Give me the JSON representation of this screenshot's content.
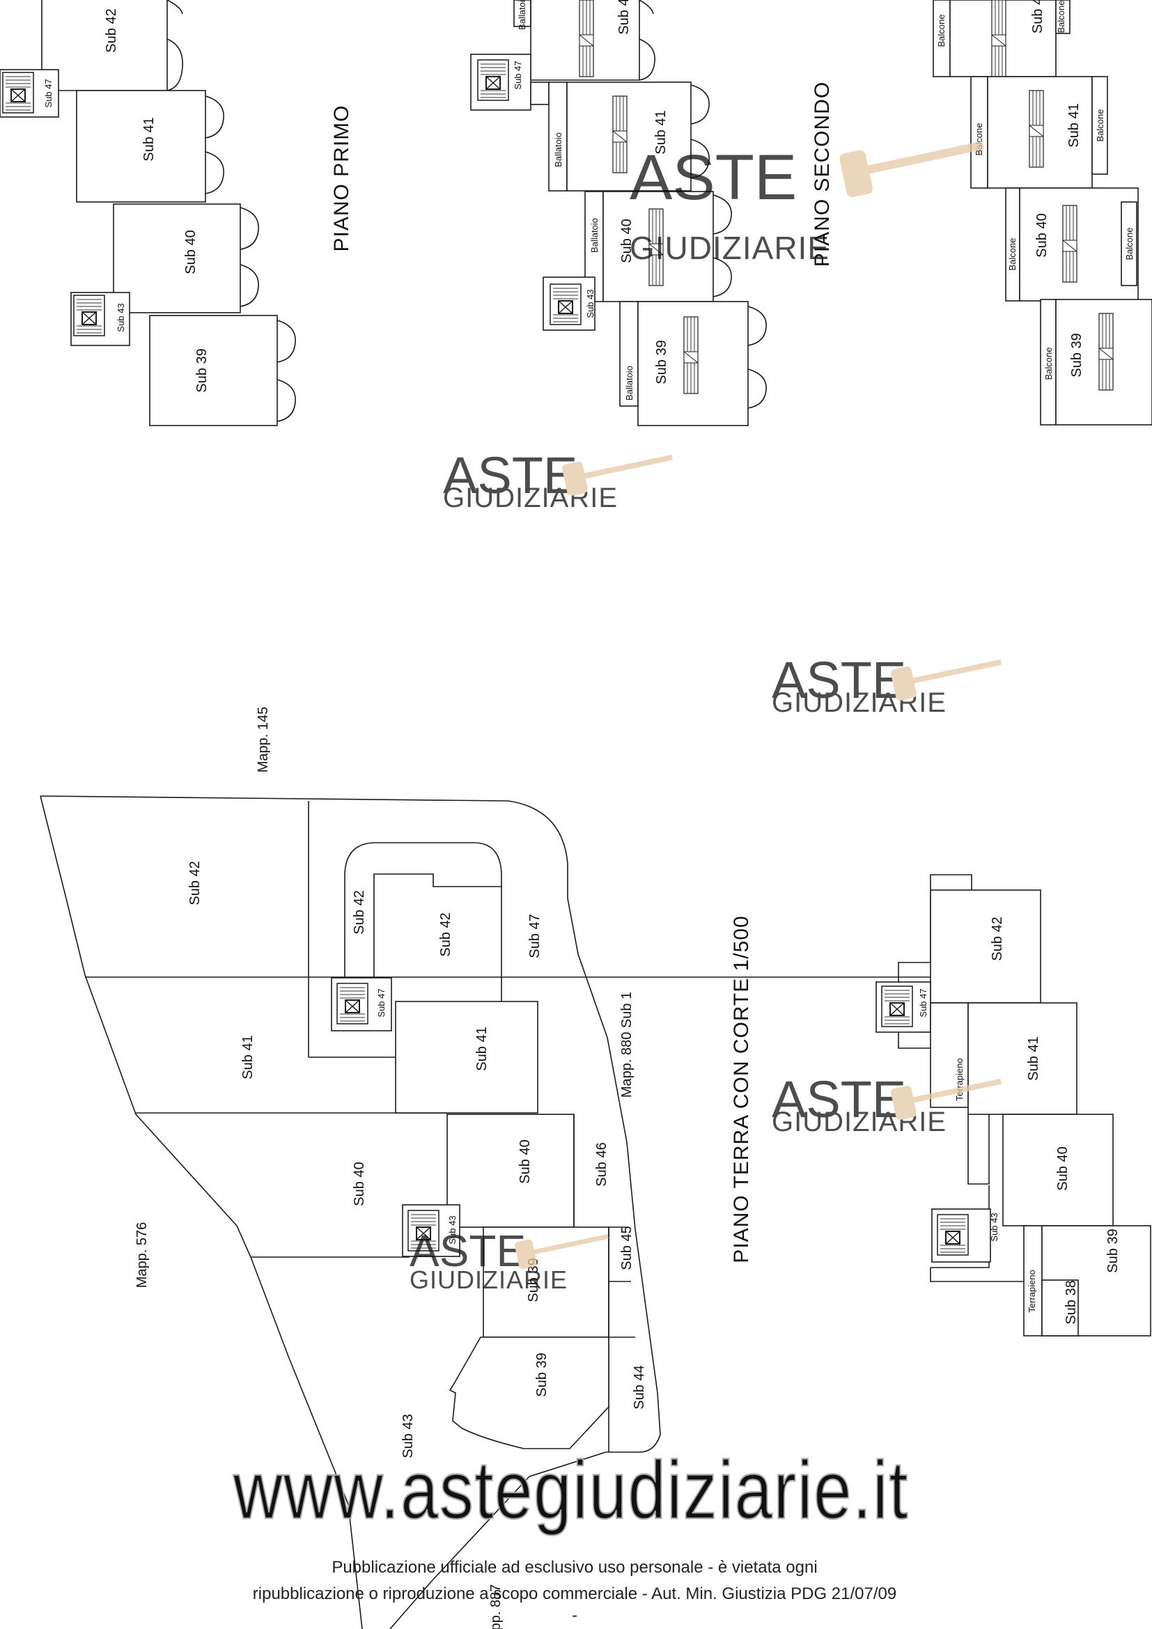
{
  "floors": {
    "primo": {
      "title": "PIANO PRIMO",
      "units": [
        "Sub 42",
        "Sub 41",
        "Sub 40",
        "Sub 39"
      ],
      "stairs": [
        "Sub 47",
        "Sub 43"
      ]
    },
    "secondo": {
      "title": "PIANO SECONDO",
      "units": [
        "Sub 42",
        "Sub 41",
        "Sub 40",
        "Sub 39"
      ],
      "stairs": [
        "Sub 47",
        "Sub 43"
      ],
      "ballatoio": "Ballatoio"
    },
    "terzo": {
      "units": [
        "Sub 4",
        "Sub 41",
        "Sub 40",
        "Sub 39"
      ],
      "balcone": "Balcone"
    },
    "terra_corte": {
      "map_labels": {
        "north": "Mapp. 145",
        "west": "Mapp. 576",
        "east": "Mapp. 880 Sub 1",
        "south": "pp. 887"
      },
      "courts": [
        "Sub 42",
        "Sub 41",
        "Sub 40",
        "Sub 43"
      ],
      "units": [
        "Sub 42",
        "Sub 42",
        "Sub 47",
        "Sub 41",
        "Sub 40",
        "Sub 46",
        "Sub 45",
        "Sub 39",
        "Sub 39",
        "Sub 44"
      ],
      "stairs": [
        "Sub 47",
        "Sub 43"
      ]
    },
    "terra": {
      "title": "PIANO TERRA CON CORTE 1/500",
      "units": [
        "Sub 42",
        "Sub 41",
        "Sub 40",
        "Sub 39",
        "Sub 38"
      ],
      "stairs": [
        "Sub 47",
        "Sub 43"
      ],
      "terrapieno": "Terrapieno"
    }
  },
  "watermark": {
    "brand_top": "ASTE",
    "brand_bottom": "GIUDIZIARIE",
    "site": "www.astegiudiziarie.it",
    "color": "#b7c4d9"
  },
  "disclaimer": {
    "line1": "Pubblicazione ufficiale ad esclusivo uso personale - è vietata ogni",
    "line2": "ripubblicazione o riproduzione a scopo commerciale - Aut. Min. Giustizia PDG 21/07/09",
    "mark": "-"
  }
}
